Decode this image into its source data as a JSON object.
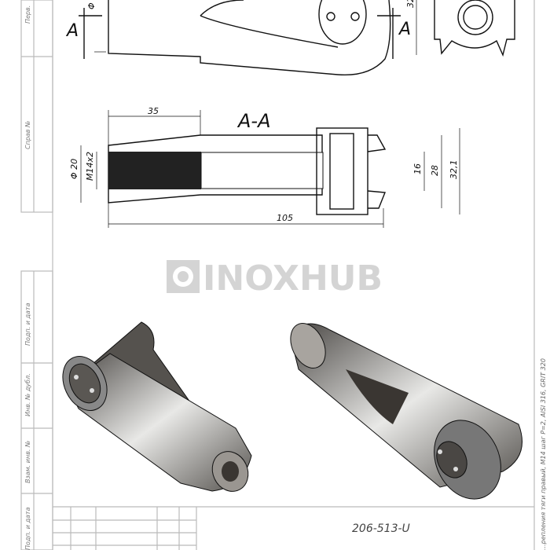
{
  "drawing": {
    "section_label": "A-A",
    "section_marker": "A",
    "dimensions": {
      "thread_length": "35",
      "outer_diameter": "Φ 20",
      "thread": "M14x2",
      "total_length": "105",
      "slot_width": "16",
      "inner_width": "28",
      "outer_width": "32,1",
      "top_partial_dim": "32",
      "top_diameter_partial": "Φ"
    },
    "watermark": "INOXHUB",
    "side_stamp": [
      "Перв.",
      "Справ №",
      "Подп. и дата",
      "Инв. № дубл.",
      "Взам. инв. №",
      "Подп. и дата"
    ],
    "title_block": {
      "designation": "206-513-U",
      "description": "...репления тяги правый, M14 шаг P=2, AISI 316, GRIT 320"
    },
    "colors": {
      "line": "#111111",
      "frame": "#bbbbbb",
      "watermark": "#d4d4d4",
      "metal": "#8a8680"
    }
  }
}
